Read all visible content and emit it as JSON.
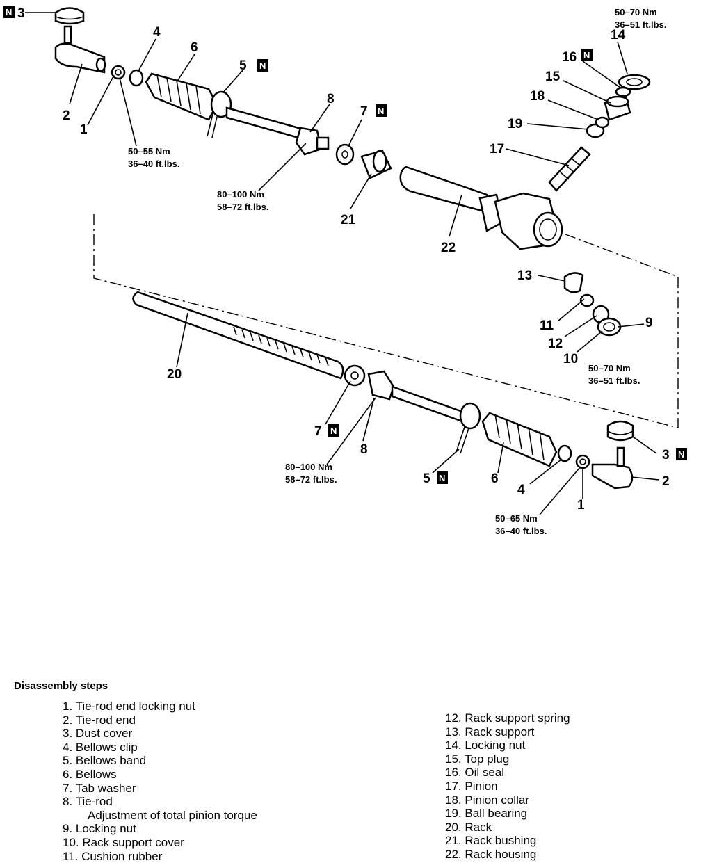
{
  "labels": {
    "n1": "1",
    "n2": "2",
    "n3": "3",
    "n4": "4",
    "n5": "5",
    "n6": "6",
    "n7": "7",
    "n8": "8",
    "n9": "9",
    "n10": "10",
    "n11": "11",
    "n12": "12",
    "n13": "13",
    "n14": "14",
    "n15": "15",
    "n16": "16",
    "n17": "17",
    "n18": "18",
    "n19": "19",
    "n20": "20",
    "n21": "21",
    "n22": "22",
    "new_mark": "N"
  },
  "torques": {
    "t_1_nm": "50–55 Nm",
    "t_1_ft": "36–40 ft.lbs.",
    "t_8_nm": "80–100 Nm",
    "t_8_ft": "58–72 ft.lbs.",
    "t_14_nm": "50–70 Nm",
    "t_14_ft": "36–51 ft.lbs.",
    "t_9_nm": "50–70 Nm",
    "t_9_ft": "36–51 ft.lbs.",
    "t_8b_nm": "80–100 Nm",
    "t_8b_ft": "58–72 ft.lbs.",
    "t_1b_nm": "50–65 Nm",
    "t_1b_ft": "36–40 ft.lbs."
  },
  "steps": {
    "title": "Disassembly steps",
    "left": [
      "1. Tie-rod end locking nut",
      "2. Tie-rod end",
      "3. Dust cover",
      "4. Bellows clip",
      "5. Bellows band",
      "6. Bellows",
      "7. Tab washer",
      "8. Tie-rod",
      "Adjustment of total pinion torque",
      "9. Locking nut",
      "10. Rack support cover",
      "11. Cushion rubber"
    ],
    "right": [
      "12. Rack support spring",
      "13. Rack support",
      "14. Locking nut",
      "15. Top plug",
      "16. Oil seal",
      "17. Pinion",
      "18. Pinion collar",
      "19. Ball bearing",
      "20. Rack",
      "21. Rack bushing",
      "22. Rack housing"
    ]
  }
}
